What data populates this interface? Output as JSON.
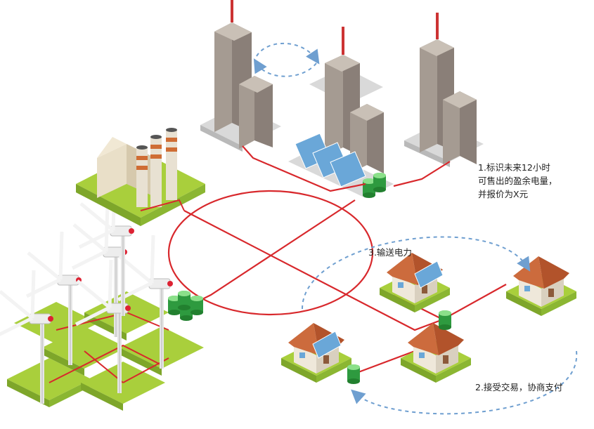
{
  "annotations": {
    "step1": {
      "line1": "1.标识未来12小时",
      "line2": "可售出的盈余电量，",
      "line3": "并报价为X元"
    },
    "step2": "2.接受交易，协商支付",
    "step3": "3.输送电力"
  },
  "colors": {
    "grid_line": "#d8282c",
    "flow_arrow": "#6f9fd0",
    "grass": "#a9cf3c",
    "building": "#8a7f78",
    "roof": "#cc6b3d",
    "battery": "#2e9a3f",
    "solar_panel": "#6aa7d8"
  },
  "icons": [
    "office-building-icon",
    "power-plant-icon",
    "solar-panel-icon",
    "battery-icon",
    "wind-turbine-icon",
    "house-icon"
  ]
}
